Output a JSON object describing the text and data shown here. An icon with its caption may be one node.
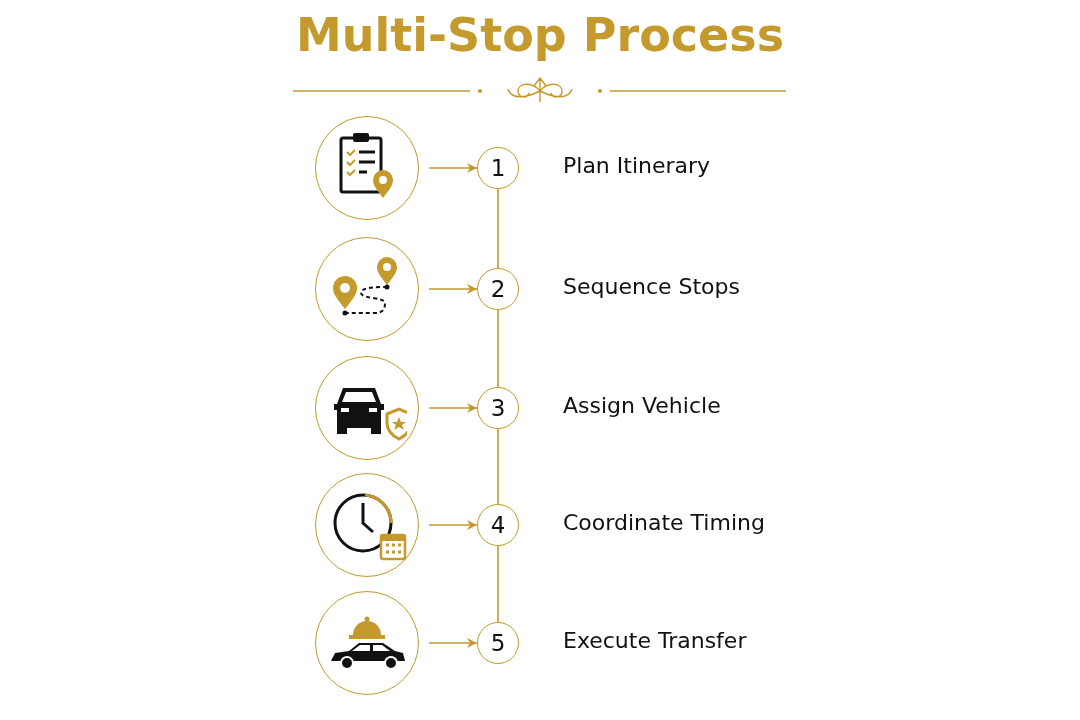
{
  "diagram": {
    "title": "Multi-Stop Process",
    "nodes": [
      {
        "text": [],
        "shape": "picture"
      },
      {
        "text": [
          "1"
        ],
        "beside": [
          "Plan Itinerary"
        ]
      },
      {
        "text": [],
        "shape": "picture"
      },
      {
        "text": [
          "2"
        ],
        "beside": [
          "Sequence Stops"
        ]
      },
      {
        "text": [],
        "shape": "picture"
      },
      {
        "text": [
          "3"
        ],
        "beside": [
          "Assign Vehicle"
        ]
      },
      {
        "text": [],
        "shape": "picture"
      },
      {
        "text": [
          "4"
        ],
        "beside": [
          "Coordinate Timing"
        ]
      },
      {
        "text": [],
        "shape": "picture"
      },
      {
        "text": [
          "5"
        ],
        "beside": [
          "Execute Transfer"
        ]
      }
    ],
    "edges": [
      {
        "from": 0,
        "to": 1,
        "arrow": "to"
      },
      {
        "from": 2,
        "to": 3,
        "arrow": "to"
      },
      {
        "from": 4,
        "to": 5,
        "arrow": "to"
      },
      {
        "from": 6,
        "to": 7,
        "arrow": "to"
      },
      {
        "from": 8,
        "to": 9,
        "arrow": "to"
      },
      {
        "from": 1,
        "to": 3,
        "arrow": "none"
      },
      {
        "from": 3,
        "to": 5,
        "arrow": "none"
      },
      {
        "from": 5,
        "to": 7,
        "arrow": "none"
      },
      {
        "from": 7,
        "to": 9,
        "arrow": "none"
      }
    ]
  }
}
